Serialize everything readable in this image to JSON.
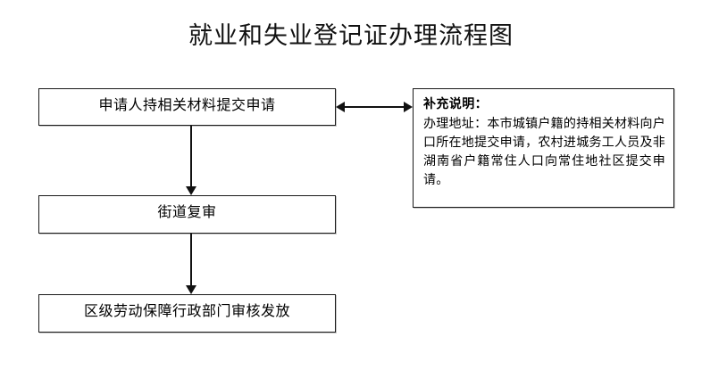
{
  "diagram": {
    "title": "就业和失业登记证办理流程图",
    "type": "flowchart",
    "orientation": "vertical",
    "steps": [
      {
        "id": "apply",
        "label": "申请人持相关材料提交申请",
        "order": 1
      },
      {
        "id": "street",
        "label": "街道复审",
        "order": 2
      },
      {
        "id": "district",
        "label": "区级劳动保障行政部门审核发放",
        "order": 3
      }
    ],
    "note": {
      "title": "补充说明：",
      "body": "办理地址：本市城镇户籍的持相关材料向户口所在地提交申请，农村进城务工人员及非湖南省户籍常住人口向常住地社区提交申请。"
    },
    "connectors": [
      {
        "id": "apply-street",
        "from": "apply",
        "to": "street",
        "direction": "down",
        "arrowheads": 1
      },
      {
        "id": "street-district",
        "from": "street",
        "to": "district",
        "direction": "down",
        "arrowheads": 1
      },
      {
        "id": "apply-note",
        "from": "apply",
        "to": "note",
        "direction": "horizontal",
        "arrowheads": 2
      }
    ],
    "colors": {
      "background": "#ffffff",
      "box_border": "#1a1a1a",
      "box_fill": "#ffffff",
      "text": "#000000",
      "connector": "#111111"
    }
  }
}
